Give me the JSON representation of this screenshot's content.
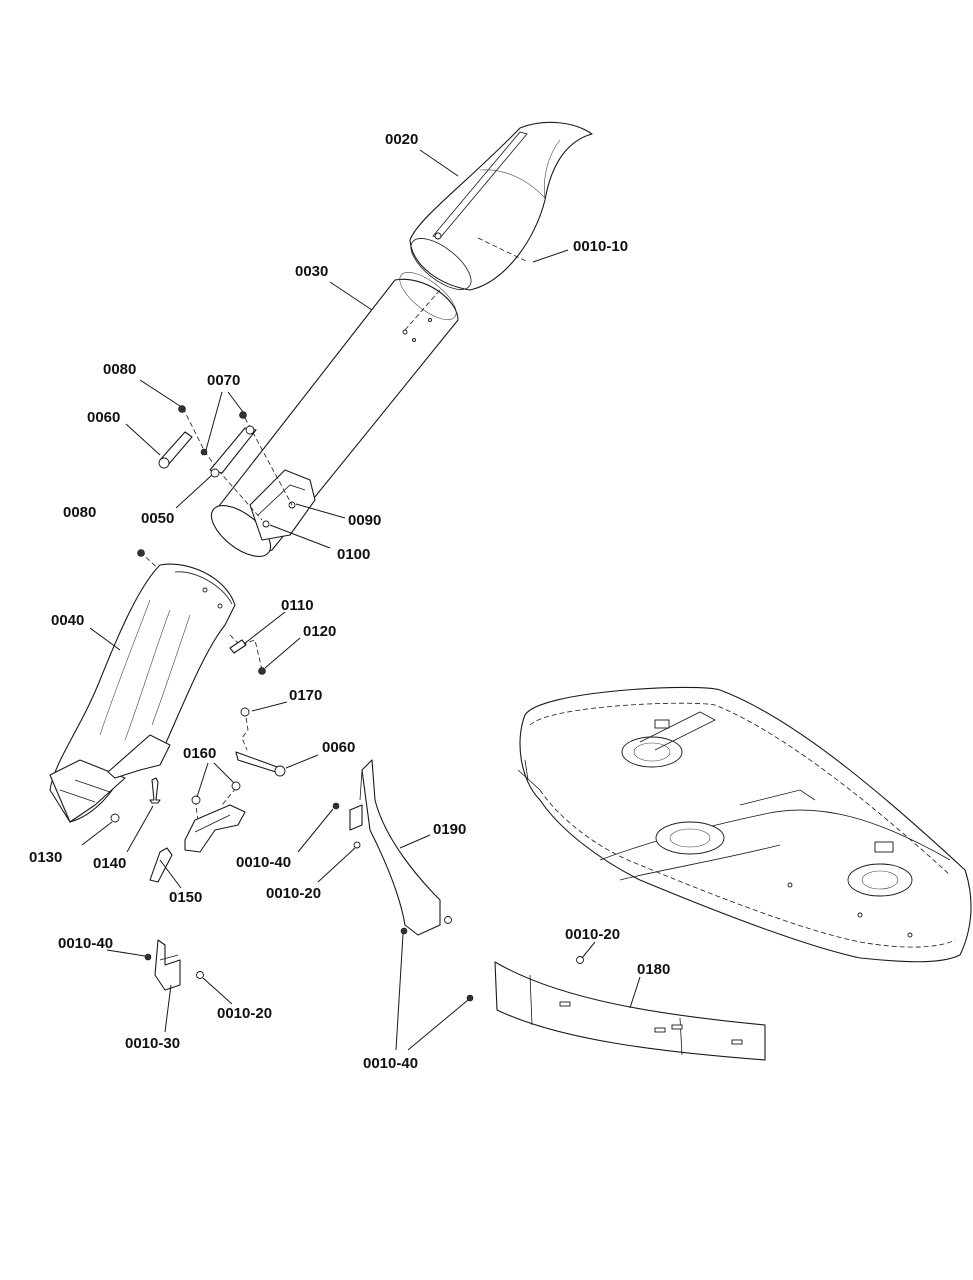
{
  "labels": {
    "p0020": "0020",
    "p0010_10": "0010-10",
    "p0030": "0030",
    "p0080_a": "0080",
    "p0070": "0070",
    "p0060_a": "0060",
    "p0050": "0050",
    "p0090": "0090",
    "p0100": "0100",
    "p0080_b": "0080",
    "p0040": "0040",
    "p0110": "0110",
    "p0120": "0120",
    "p0170": "0170",
    "p0060_b": "0060",
    "p0160": "0160",
    "p0190": "0190",
    "p0010_40_a": "0010-40",
    "p0010_20_a": "0010-20",
    "p0130": "0130",
    "p0140": "0140",
    "p0150": "0150",
    "p0010_40_b": "0010-40",
    "p0010_30": "0010-30",
    "p0010_20_b": "0010-20",
    "p0010_20_c": "0010-20",
    "p0180": "0180",
    "p0010_40_c": "0010-40"
  }
}
